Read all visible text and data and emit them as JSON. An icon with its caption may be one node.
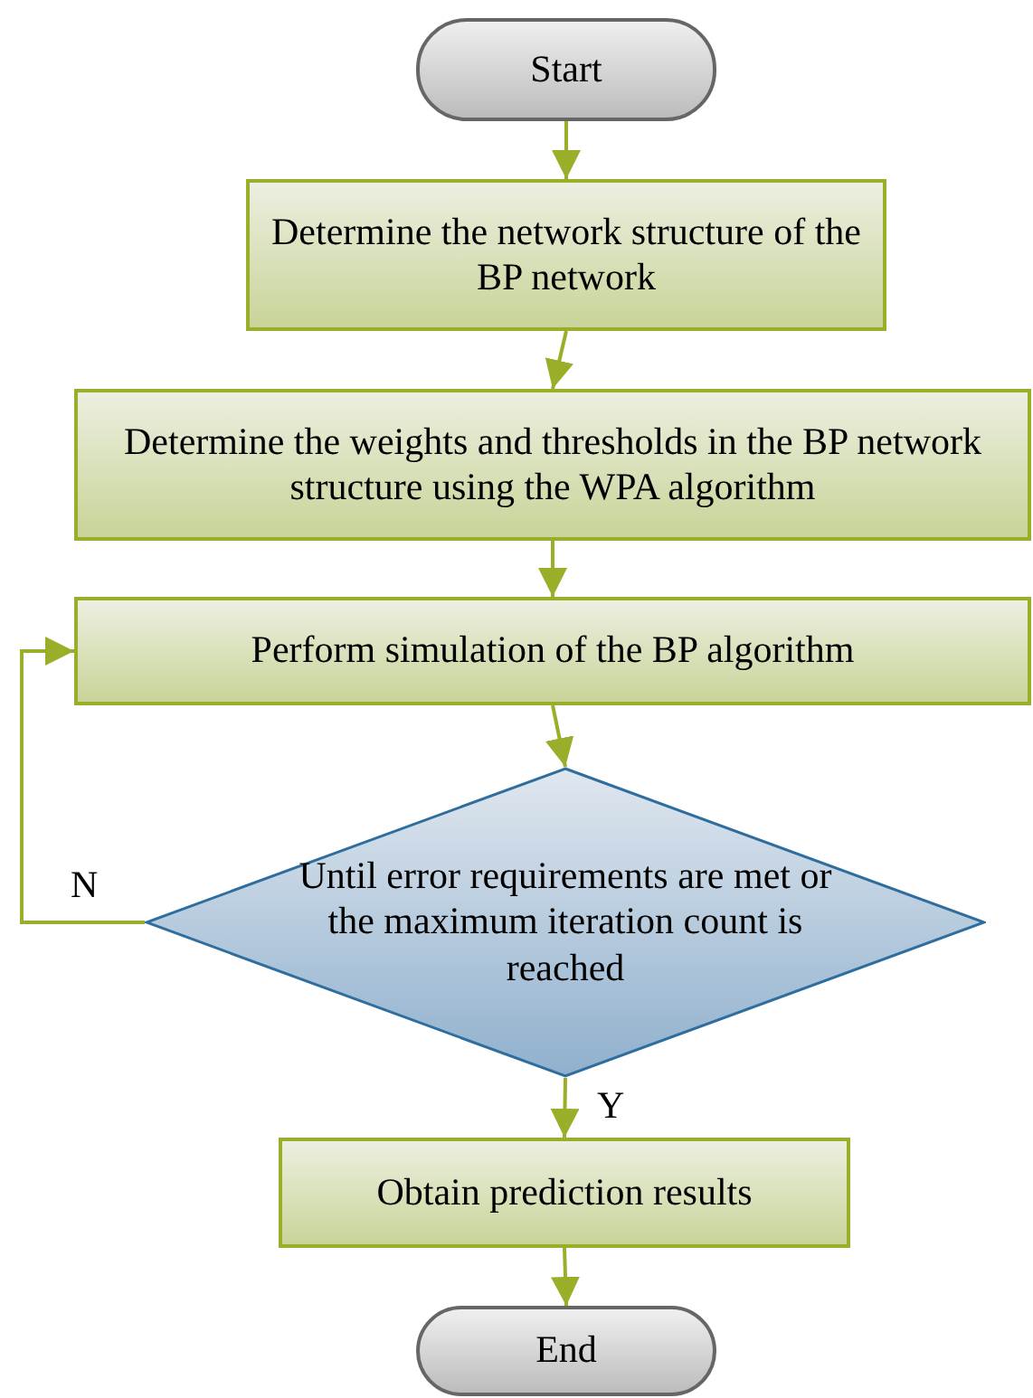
{
  "diagram": {
    "nodes": [
      {
        "text": [
          "Start"
        ]
      },
      {
        "text": [
          "Determine the network structure of the BP network"
        ]
      },
      {
        "text": [
          "Determine the weights and thresholds in the BP network structure using the WPA algorithm"
        ]
      },
      {
        "text": [
          "Perform simulation of the BP algorithm"
        ]
      },
      {
        "text": [
          "Until error requirements are met or the maximum iteration count is reached"
        ]
      },
      {
        "text": [
          "Obtain prediction results"
        ]
      },
      {
        "text": [
          "End"
        ]
      }
    ],
    "edges": [
      {
        "from": 0,
        "to": 1,
        "arrow": "to"
      },
      {
        "from": 1,
        "to": 2,
        "arrow": "to"
      },
      {
        "from": 2,
        "to": 3,
        "arrow": "to"
      },
      {
        "from": 3,
        "to": 4,
        "arrow": "to"
      },
      {
        "from": 4,
        "to": 3,
        "arrow": "to",
        "label": "N"
      },
      {
        "from": 4,
        "to": 5,
        "arrow": "to",
        "label": "Y"
      },
      {
        "from": 5,
        "to": 6,
        "arrow": "to"
      }
    ]
  }
}
